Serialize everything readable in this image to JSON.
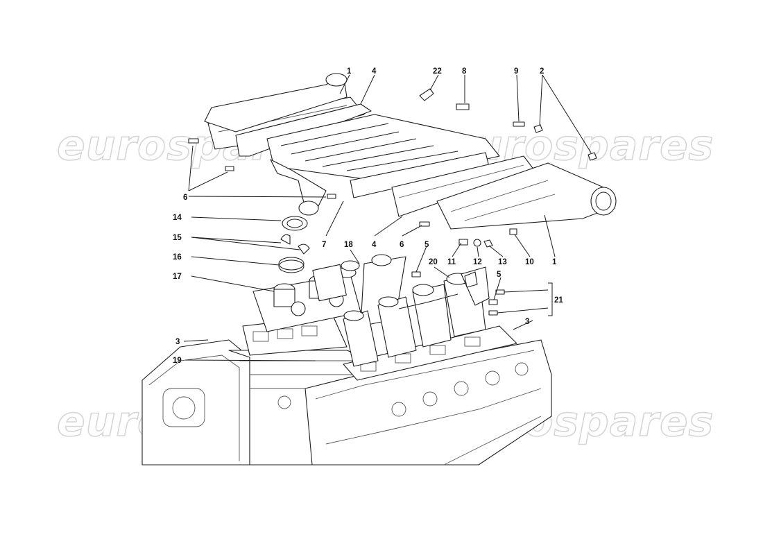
{
  "watermark": {
    "text": "eurospares"
  },
  "callouts": [
    {
      "id": "c1a",
      "text": "1"
    },
    {
      "id": "c4a",
      "text": "4"
    },
    {
      "id": "c22",
      "text": "22"
    },
    {
      "id": "c8",
      "text": "8"
    },
    {
      "id": "c9",
      "text": "9"
    },
    {
      "id": "c2",
      "text": "2"
    },
    {
      "id": "c6a",
      "text": "6"
    },
    {
      "id": "c14",
      "text": "14"
    },
    {
      "id": "c15",
      "text": "15"
    },
    {
      "id": "c16",
      "text": "16"
    },
    {
      "id": "c17",
      "text": "17"
    },
    {
      "id": "c7",
      "text": "7"
    },
    {
      "id": "c4b",
      "text": "4"
    },
    {
      "id": "c6b",
      "text": "6"
    },
    {
      "id": "c5a",
      "text": "5"
    },
    {
      "id": "c18",
      "text": "18"
    },
    {
      "id": "c20",
      "text": "20"
    },
    {
      "id": "c11",
      "text": "11"
    },
    {
      "id": "c12",
      "text": "12"
    },
    {
      "id": "c13",
      "text": "13"
    },
    {
      "id": "c10",
      "text": "10"
    },
    {
      "id": "c1b",
      "text": "1"
    },
    {
      "id": "c5b",
      "text": "5"
    },
    {
      "id": "c21",
      "text": "21"
    },
    {
      "id": "c3a",
      "text": "3"
    },
    {
      "id": "c3b",
      "text": "3"
    },
    {
      "id": "c19",
      "text": "19"
    }
  ]
}
